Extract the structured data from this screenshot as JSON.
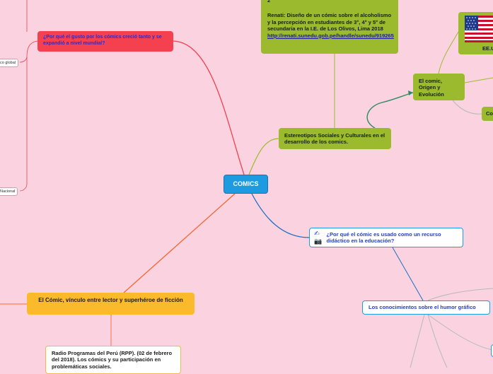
{
  "central": {
    "label": "COMICS"
  },
  "branches": {
    "red_question": "¿Por qué el gusto por los cómics creció tanto y se expandió a nivel mundial?",
    "stereotypes": "Estereotipos Sociales y Culturales en el desarrollo de los comics.",
    "origin": "El comic, Origen y Evolución",
    "reference_renati": {
      "top_fragment": "2",
      "text": "Renati: Diseño de un cómic sobre el alcoholismo y la percepción en estudiantes de 3°, 4° y 5° de secundaria en la I.E. de Los Olivos, Lima 2018",
      "link": "http://renati.sunedu.gob.pe/handle/sunedu/919265"
    },
    "usa_caption": "EE.U",
    "partial_right": "Co",
    "didactic": "¿Por qué el cómic es usado como un recurso didáctico en la educación?",
    "didactic_emoji": "✍📷",
    "humor": "Los conocimientos sobre el humor gráfico",
    "link_reader": "El Cómic, vínculo entre lector y superhéroe de ficción",
    "rpp": "Radio Programas del Perú (RPP). (02 de febrero del 2018). Los cómics y su participación en problemáticas sociales."
  },
  "left_labels": {
    "global": "co global",
    "national": "Nacional"
  },
  "colors": {
    "background": "#fbd3e0",
    "central": "#1e9be0",
    "red": "#f5414f",
    "olive": "#9cba2e",
    "orange": "#fbb92c",
    "blue_link": "#1e9be0",
    "red_link": "#f1414e",
    "orange_link": "#f36c3a",
    "green_link": "#2c8b62"
  }
}
